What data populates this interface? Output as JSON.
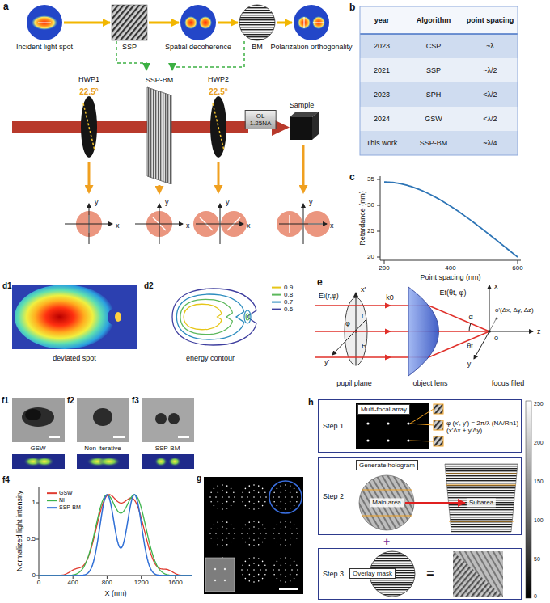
{
  "diagram": {
    "nodes": [
      {
        "text": [
          "Incident light spot"
        ]
      },
      {
        "text": [
          "SSP"
        ]
      },
      {
        "text": [
          "Spatial decoherence"
        ]
      },
      {
        "text": [
          "BM"
        ]
      },
      {
        "text": [
          "Polarization orthogonality"
        ]
      },
      {
        "text": [
          "SSP-BM"
        ]
      },
      {
        "text": [
          "OL",
          "1.25NA"
        ]
      },
      {
        "text": [
          "Step 1"
        ]
      },
      {
        "text": [
          "Multi-focal array"
        ],
        "in": 7
      },
      {
        "text": [
          "Step 2"
        ]
      },
      {
        "text": [
          "Generate hologram"
        ],
        "in": 9
      },
      {
        "text": [
          "Main area"
        ],
        "in": 9
      },
      {
        "text": [
          "Subarea"
        ],
        "in": 9
      },
      {
        "text": [
          "Step 3"
        ]
      },
      {
        "text": [
          "Overlay mask"
        ],
        "in": 13
      }
    ],
    "edges": [
      {
        "from": 0,
        "to": 1,
        "arrow": "to"
      },
      {
        "from": 1,
        "to": 2,
        "arrow": "to"
      },
      {
        "from": 2,
        "to": 3,
        "arrow": "to"
      },
      {
        "from": 3,
        "to": 4,
        "arrow": "to"
      },
      {
        "from": 1,
        "to": 5,
        "arrow": "to"
      },
      {
        "from": 3,
        "to": 5,
        "arrow": "to"
      },
      {
        "from": 11,
        "to": 12,
        "arrow": "to"
      }
    ],
    "labels": [
      "a",
      "HWP1",
      "22.5°",
      "HWP2",
      "22.5°",
      "Sample",
      "y",
      "x",
      "y",
      "x",
      "y",
      "x",
      "y",
      "x",
      "b",
      "year",
      "Algorithm",
      "point spacing",
      "2023",
      "CSP",
      "~λ",
      "2021",
      "SSP",
      "~λ/2",
      "2023",
      "SPH",
      "<λ/2",
      "2024",
      "GSW",
      "<λ/2",
      "This work",
      "SSP-BM",
      "~λ/4",
      "c",
      "35",
      "30",
      "25",
      "20",
      "200",
      "400",
      "600",
      "Retardance (nm)",
      "Point spacing (nm)",
      "d1",
      "deviated spot",
      "d2",
      "energy contour",
      "e",
      "x'",
      "y'",
      "φ",
      "r",
      "R",
      "Ei(r,φ)",
      "k0",
      "Et(θt, φ)",
      "α",
      "θt",
      "x",
      "y",
      "z",
      "o",
      "o'(Δx, Δy, Δz)",
      "pupil plane",
      "object lens",
      "focus filed",
      "f1",
      "f2",
      "f3",
      "GSW",
      "Non-iterative",
      "SSP-BM",
      "f4",
      "0",
      "0.5",
      "1",
      "0",
      "400",
      "800",
      "1200",
      "1600",
      "X (nm)",
      "Normalized light intensity",
      "g",
      "h",
      "φ (x', y') = 2π/λ (NA/Rn1)(x'Δx + y'Δy)",
      "+",
      "=",
      "250",
      "200",
      "150",
      "100",
      "50",
      "0"
    ],
    "legend": [
      {
        "text": "0.9",
        "color": "#e6c619"
      },
      {
        "text": "0.8",
        "color": "#5cb85c"
      },
      {
        "text": "0.7",
        "color": "#2b8cbe"
      },
      {
        "text": "0.6",
        "color": "#3f3f9f"
      },
      {
        "text": "GSW",
        "color": "#e03c31"
      },
      {
        "text": "NI",
        "color": "#3cb44b"
      },
      {
        "text": "SSP-BM",
        "color": "#2f6fd6"
      }
    ]
  }
}
